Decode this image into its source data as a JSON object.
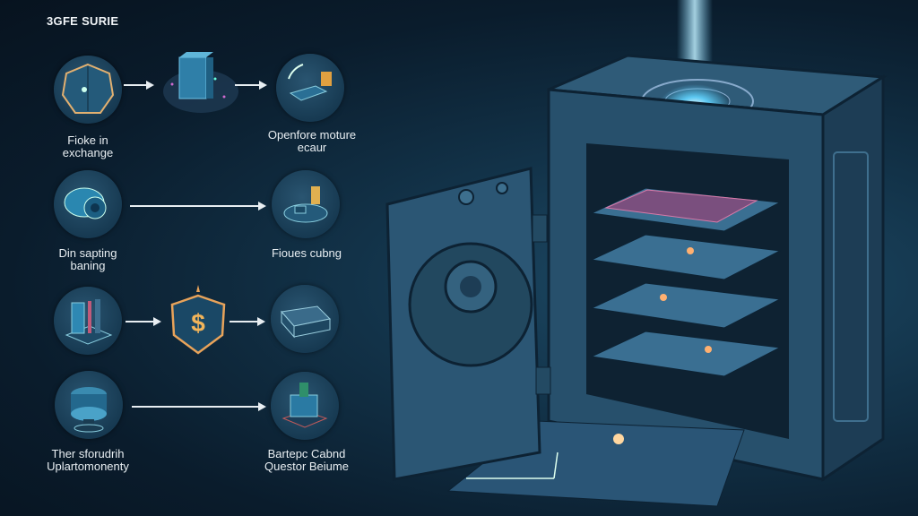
{
  "title": "3GFE SURIE",
  "rows": [
    {
      "left_label": [
        "Fioke in",
        "exchange"
      ],
      "right_label": [
        "Openfore moture",
        "ecaur"
      ]
    },
    {
      "left_label": [
        "Din sapting",
        "baning"
      ],
      "right_label": [
        "Fioues cubng"
      ]
    },
    {
      "left_label": [],
      "right_label": [],
      "middle_symbol": "$"
    },
    {
      "left_label": [
        "Ther sforudrih",
        "Uplartomonenty"
      ],
      "right_label": [
        "Bartepc Cabnd",
        "Questor Beiume"
      ]
    }
  ],
  "colors": {
    "accent_gold": "#e8a35a",
    "beam": "#7fd6ff",
    "vault": "#2d5470"
  }
}
